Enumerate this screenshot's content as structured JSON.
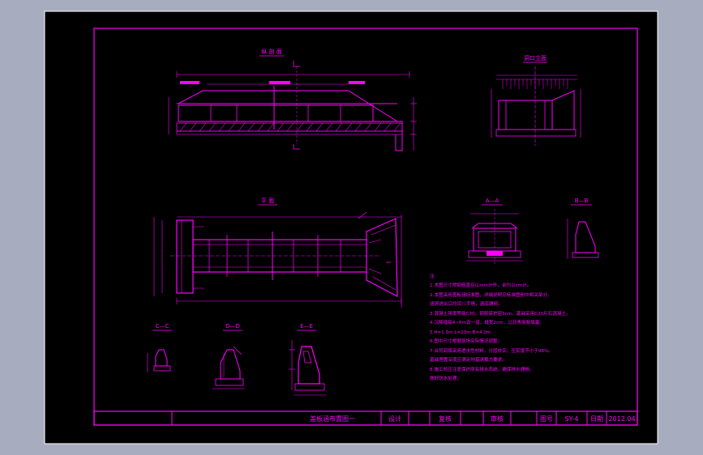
{
  "drawing": {
    "views": {
      "section_longitudinal": "纵 剖 面",
      "elevation": "洞口立面",
      "plan": "平 面",
      "section_aa": "A—A",
      "section_bb": "B—B",
      "section_cc": "C—C",
      "section_dd": "D—D",
      "section_ee": "E—E"
    },
    "notes": [
      "注",
      "1.本图尺寸除钢筋直径以mm计外，余均以cm计。",
      "2.本图采用盖板涵标准图，详细说明见标准图册中相关部分。",
      "  涵洞进出口均设八字墙，涵底铺砌。",
      "3.混凝土强度等级C30，钢筋保护层3cm，基础采用C20片石混凝土。",
      "4.沉降缝每4~6m设一道，缝宽2cm，以沥青麻絮填塞。",
      "5.H=1.5m  L=23m  B=4.0m",
      "6.图中尺寸根据现场实际情况调整。",
      "7.台背回填采用透水性材料，分层夯实，压实度不小于96%。",
      "  基础埋置深度应满足地基承载力要求。",
      "8.施工时应注意保护原有排水系统，确保排水通畅。",
      "  做好防水处理。"
    ],
    "title_block": {
      "drawing_title": "盖板涵布置图一",
      "design_label": "设计",
      "review_label": "复核",
      "approve_label": "审核",
      "drawing_no_label": "图号",
      "drawing_no": "SY-4",
      "date_label": "日期",
      "date": "2012.04"
    },
    "colors": {
      "background": "#000000",
      "frame": "#ff00ff",
      "outer_frame": "#ffffff",
      "surround": "#a8acbf"
    }
  }
}
